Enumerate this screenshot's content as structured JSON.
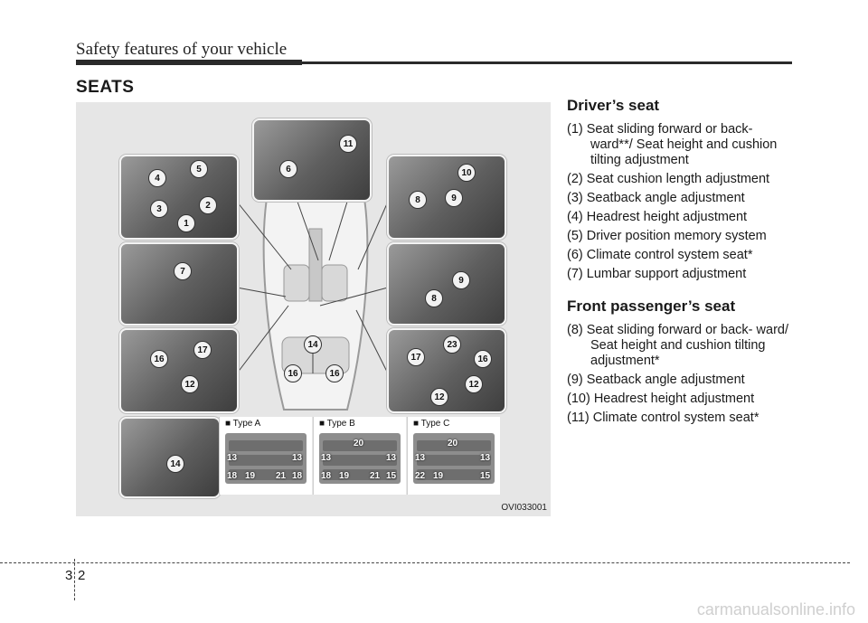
{
  "header": {
    "title": "Safety features of your vehicle"
  },
  "section_title": "SEATS",
  "figure": {
    "code": "OVI033001",
    "type_labels": [
      "■ Type A",
      "■ Type B",
      "■ Type C"
    ],
    "callouts": [
      "1",
      "2",
      "3",
      "4",
      "5",
      "6",
      "7",
      "8",
      "9",
      "10",
      "11",
      "12",
      "13",
      "14",
      "15",
      "16",
      "17",
      "18",
      "19",
      "20",
      "21",
      "22",
      "23"
    ]
  },
  "driver": {
    "heading": "Driver’s seat",
    "items": [
      "(1) Seat sliding forward or back- ward**/ Seat height and cushion tilting adjustment",
      "(2) Seat cushion length adjustment",
      "(3) Seatback angle adjustment",
      "(4) Headrest height adjustment",
      "(5) Driver position memory system",
      "(6) Climate control system seat*",
      "(7) Lumbar support adjustment"
    ]
  },
  "passenger": {
    "heading": "Front passenger’s seat",
    "items": [
      "(8) Seat sliding forward or back- ward/ Seat height and cushion tilting adjustment*",
      "(9) Seatback angle adjustment",
      "(10) Headrest height adjustment",
      "(11) Climate control system seat*"
    ]
  },
  "footer": {
    "section": "3",
    "page": "2",
    "watermark": "carmanualsonline.info"
  }
}
